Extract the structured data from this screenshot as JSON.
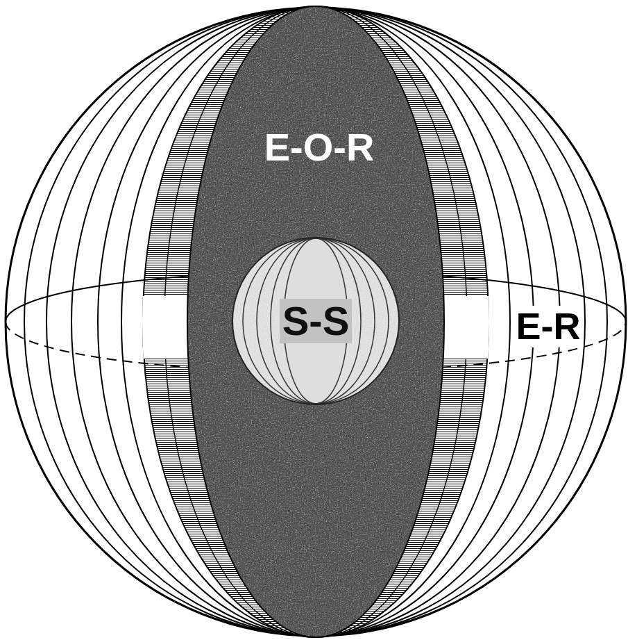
{
  "diagram": {
    "nodes": [
      {
        "text": [
          "E-R"
        ]
      },
      {
        "text": [
          "E-O-R"
        ],
        "in": 0
      },
      {
        "text": [
          "S-S"
        ],
        "in": 1
      }
    ]
  }
}
